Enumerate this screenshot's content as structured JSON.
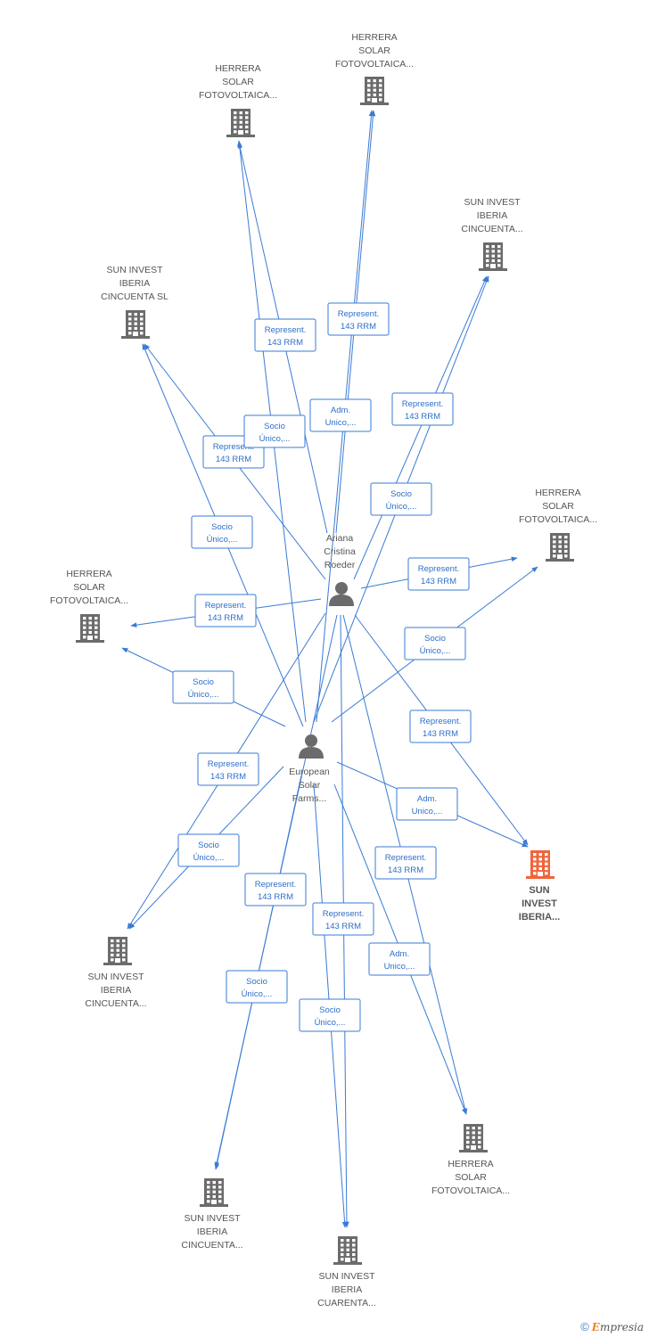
{
  "colors": {
    "edge": "#3a7bd5",
    "building": "#6b6b6b",
    "highlight": "#f0643c",
    "person": "#6b6b6b"
  },
  "nodes": [
    {
      "id": "n_herrera_top",
      "type": "company",
      "icon": "building-icon",
      "lines": [
        "HERRERA",
        "SOLAR",
        "FOTOVOLTAICA..."
      ]
    },
    {
      "id": "n_herrera_left_top",
      "type": "company",
      "icon": "building-icon",
      "lines": [
        "HERRERA",
        "SOLAR",
        "FOTOVOLTAICA..."
      ]
    },
    {
      "id": "n_sun_cincuenta_tr",
      "type": "company",
      "icon": "building-icon",
      "lines": [
        "SUN INVEST",
        "IBERIA",
        "CINCUENTA..."
      ]
    },
    {
      "id": "n_sun_cincuenta_sl",
      "type": "company",
      "icon": "building-icon",
      "lines": [
        "SUN INVEST",
        "IBERIA",
        "CINCUENTA SL"
      ]
    },
    {
      "id": "n_herrera_right",
      "type": "company",
      "icon": "building-icon",
      "lines": [
        "HERRERA",
        "SOLAR",
        "FOTOVOLTAICA..."
      ]
    },
    {
      "id": "n_herrera_left",
      "type": "company",
      "icon": "building-icon",
      "lines": [
        "HERRERA",
        "SOLAR",
        "FOTOVOLTAICA..."
      ]
    },
    {
      "id": "n_sun_iberia_main",
      "type": "company",
      "icon": "building-icon",
      "highlight": true,
      "lines": [
        "SUN",
        "INVEST",
        "IBERIA..."
      ]
    },
    {
      "id": "n_sun_cincuenta_bl",
      "type": "company",
      "icon": "building-icon",
      "lines": [
        "SUN INVEST",
        "IBERIA",
        "CINCUENTA..."
      ]
    },
    {
      "id": "n_herrera_bottom",
      "type": "company",
      "icon": "building-icon",
      "lines": [
        "HERRERA",
        "SOLAR",
        "FOTOVOLTAICA..."
      ]
    },
    {
      "id": "n_sun_cincuenta_b",
      "type": "company",
      "icon": "building-icon",
      "lines": [
        "SUN INVEST",
        "IBERIA",
        "CINCUENTA..."
      ]
    },
    {
      "id": "n_sun_cuarenta",
      "type": "company",
      "icon": "building-icon",
      "lines": [
        "SUN INVEST",
        "IBERIA",
        "CUARENTA..."
      ]
    },
    {
      "id": "p_ariana",
      "type": "person",
      "icon": "person-icon",
      "lines": [
        "Ariana",
        "Cristina",
        "Roeder"
      ]
    },
    {
      "id": "p_european",
      "type": "person",
      "icon": "person-icon",
      "lines": [
        "European",
        "Solar",
        "Farms..."
      ]
    }
  ],
  "edges": [
    {
      "from": "p_ariana",
      "to": "n_herrera_left_top",
      "label": [
        "Represent.",
        "143 RRM"
      ]
    },
    {
      "from": "p_ariana",
      "to": "n_herrera_top",
      "label": [
        "Represent.",
        "143 RRM"
      ]
    },
    {
      "from": "p_ariana",
      "to": "n_sun_cincuenta_tr",
      "label": [
        "Represent.",
        "143 RRM"
      ]
    },
    {
      "from": "p_ariana",
      "to": "n_sun_cincuenta_sl",
      "label": [
        "Represent.",
        "143 RRM"
      ]
    },
    {
      "from": "p_ariana",
      "to": "n_herrera_right",
      "label": [
        "Represent.",
        "143 RRM"
      ]
    },
    {
      "from": "p_ariana",
      "to": "n_herrera_left",
      "label": [
        "Represent.",
        "143 RRM"
      ]
    },
    {
      "from": "p_ariana",
      "to": "n_sun_iberia_main",
      "label": [
        "Represent.",
        "143 RRM"
      ]
    },
    {
      "from": "p_ariana",
      "to": "n_sun_cincuenta_bl",
      "label": [
        "Represent.",
        "143 RRM"
      ]
    },
    {
      "from": "p_ariana",
      "to": "n_herrera_bottom",
      "label": [
        "Represent.",
        "143 RRM"
      ]
    },
    {
      "from": "p_ariana",
      "to": "n_sun_cincuenta_b",
      "label": [
        "Represent.",
        "143 RRM"
      ]
    },
    {
      "from": "p_ariana",
      "to": "n_sun_cuarenta",
      "label": [
        "Represent.",
        "143 RRM"
      ]
    },
    {
      "from": "p_european",
      "to": "n_herrera_left_top",
      "label": [
        "Socio",
        "Único,..."
      ]
    },
    {
      "from": "p_european",
      "to": "n_herrera_top",
      "label": [
        "Adm.",
        "Unico,..."
      ]
    },
    {
      "from": "p_european",
      "to": "n_sun_cincuenta_tr",
      "label": [
        "Socio",
        "Único,..."
      ]
    },
    {
      "from": "p_european",
      "to": "n_sun_cincuenta_sl",
      "label": [
        "Socio",
        "Único,..."
      ]
    },
    {
      "from": "p_european",
      "to": "n_herrera_right",
      "label": [
        "Socio",
        "Único,..."
      ]
    },
    {
      "from": "p_european",
      "to": "n_herrera_left",
      "label": [
        "Socio",
        "Único,..."
      ]
    },
    {
      "from": "p_european",
      "to": "n_sun_iberia_main",
      "label": [
        "Adm.",
        "Unico,..."
      ]
    },
    {
      "from": "p_european",
      "to": "n_sun_cincuenta_bl",
      "label": [
        "Socio",
        "Único,..."
      ]
    },
    {
      "from": "p_european",
      "to": "n_herrera_bottom",
      "label": [
        "Adm.",
        "Unico,..."
      ]
    },
    {
      "from": "p_european",
      "to": "n_sun_cincuenta_b",
      "label": [
        "Socio",
        "Único,..."
      ]
    },
    {
      "from": "p_european",
      "to": "n_sun_cuarenta",
      "label": [
        "Socio",
        "Único,..."
      ]
    }
  ],
  "footer": {
    "copyright": "©",
    "brand_initial": "E",
    "brand_rest": "mpresia"
  }
}
